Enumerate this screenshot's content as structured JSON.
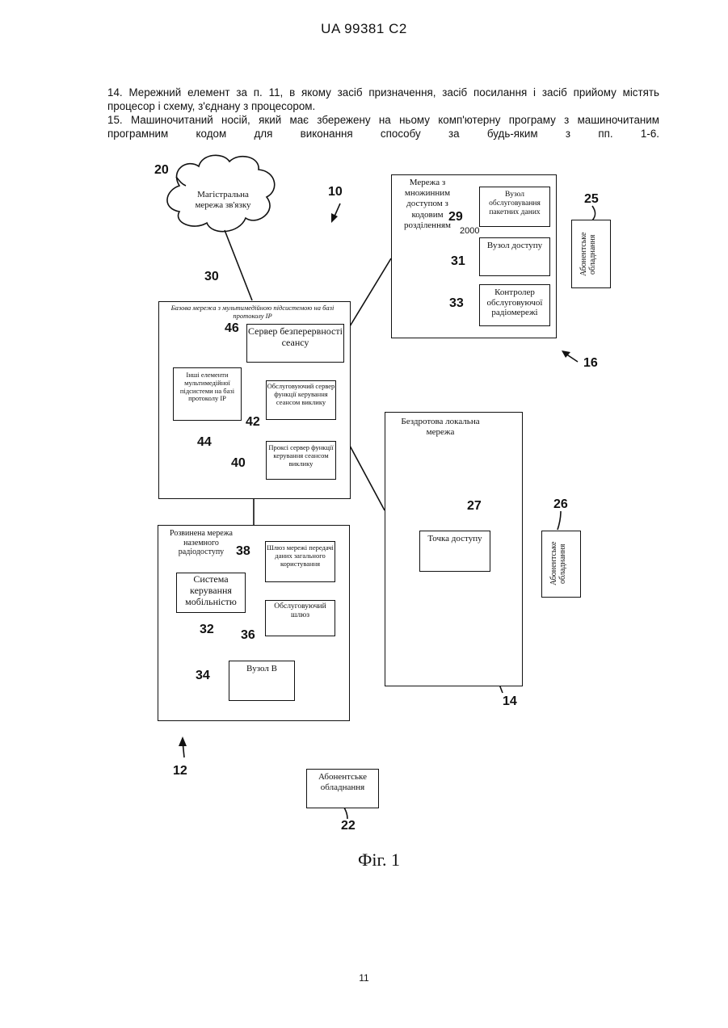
{
  "header": "UA   99381   C2",
  "claims": [
    "14. Мережний елемент за п. 11, в якому засіб призначення, засіб посилання і засіб прийому містять процесор і схему, з'єднану з процесором.",
    "15. Машиночитаний носій, який має збережену на ньому комп'ютерну програму з машиночитаним програмним кодом для виконання способу за будь-яким з пп. 1-6."
  ],
  "figure": {
    "caption": "Фіг. 1",
    "cloud": "Магістральна мережа зв'язку",
    "cdma_network": "Мережа з множинним доступом з кодовим розділенням",
    "pdsn": "Вузол обслуговування пакетних даних",
    "access_node": "Вузол доступу",
    "rnc": "Контролер обслуговуючої радіомережі",
    "subscriber_25": "Абонентське обладнання",
    "ims_network": "Базова мережа з мультимедійною підсистемою на базі протоколу IP",
    "session_server": "Сервер безперервності сеансу",
    "other_ims": "Інші елементи мультимедійної підсистеми на базі протоколу IP",
    "serving_cscf": "Обслуговуючий сервер функції керування сеансом виклику",
    "proxy_cscf": "Проксі сервер функції керування сеансом виклику",
    "wlan": "Бездротова локальна мережа",
    "access_point": "Точка доступу",
    "subscriber_26": "Абонентське обладнання",
    "ran": "Розвинена мережа наземного радіодоступу",
    "gateway": "Шлюз мережі передачі даних загального користування",
    "mobility": "Система керування мобільністю",
    "serving_gw": "Обслуговуючий шлюз",
    "node_b": "Вузол B",
    "subscriber_22": "Абонентське обладнання",
    "labels": {
      "n10": "10",
      "n12": "12",
      "n14": "14",
      "n16": "16",
      "n20": "20",
      "n22": "22",
      "n25": "25",
      "n26": "26",
      "n27": "27",
      "n29": "29",
      "n2000": "2000",
      "n30": "30",
      "n31": "31",
      "n32": "32",
      "n33": "33",
      "n34": "34",
      "n36": "36",
      "n38": "38",
      "n40": "40",
      "n42": "42",
      "n44": "44",
      "n46": "46"
    }
  },
  "page_number": "11"
}
